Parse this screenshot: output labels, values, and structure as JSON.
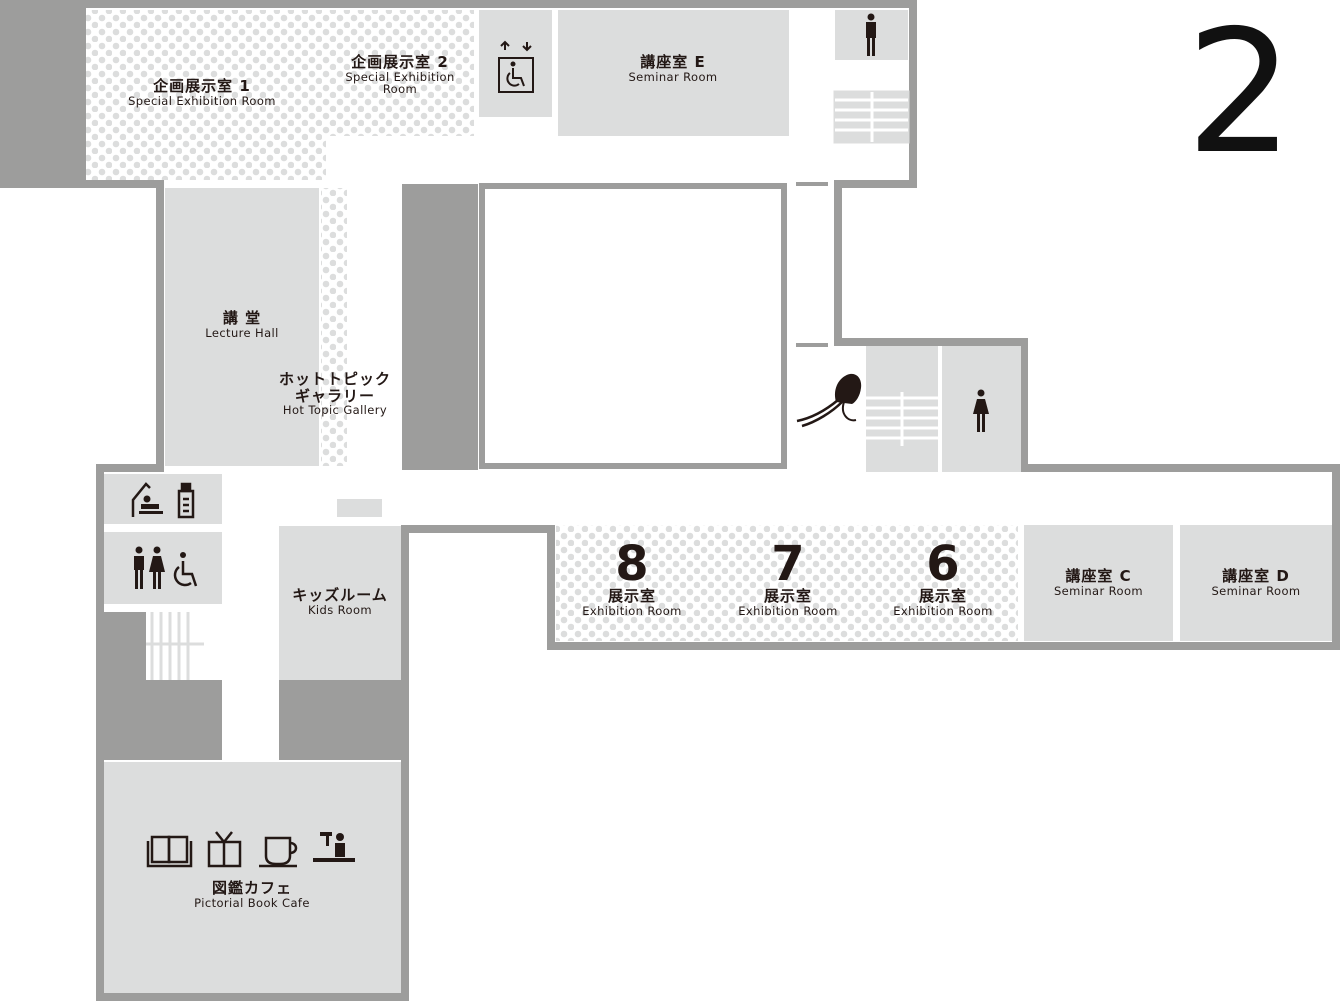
{
  "floor_number": "2",
  "colors": {
    "wall": "#9d9d9c",
    "room": "#dcdddd",
    "dark": "#9d9d9c",
    "icon": "#231815",
    "dots": "#dcdddd"
  },
  "rooms": {
    "special1": {
      "jp": "企画展示室 1",
      "en": "Special Exhibition Room"
    },
    "special2": {
      "jp": "企画展示室 2",
      "en1": "Special Exhibition",
      "en2": "Room"
    },
    "seminarE": {
      "jp": "講座室 E",
      "en": "Seminar Room"
    },
    "lecture": {
      "jp": "講 堂",
      "en": "Lecture Hall"
    },
    "hottopic": {
      "jp1": "ホットトピック",
      "jp2": "ギャラリー",
      "en": "Hot Topic Gallery"
    },
    "kids": {
      "jp": "キッズルーム",
      "en": "Kids Room"
    },
    "ex8": {
      "num": "8",
      "jp": "展示室",
      "en": "Exhibition Room"
    },
    "ex7": {
      "num": "7",
      "jp": "展示室",
      "en": "Exhibition Room"
    },
    "ex6": {
      "num": "6",
      "jp": "展示室",
      "en": "Exhibition Room"
    },
    "seminarC": {
      "jp": "講座室 C",
      "en": "Seminar Room"
    },
    "seminarD": {
      "jp": "講座室 D",
      "en": "Seminar Room"
    },
    "cafe": {
      "jp": "図鑑カフェ",
      "en": "Pictorial Book Cafe"
    }
  },
  "icons": [
    "elevator-icon",
    "male-restroom-icon",
    "female-restroom-icon",
    "stairs-icon",
    "mammoth-icon",
    "diaper-change-icon",
    "baby-bottle-icon",
    "family-restroom-icon",
    "wheelchair-icon",
    "book-icon",
    "picture-book-icon",
    "coffee-cup-icon",
    "counter-service-icon"
  ]
}
